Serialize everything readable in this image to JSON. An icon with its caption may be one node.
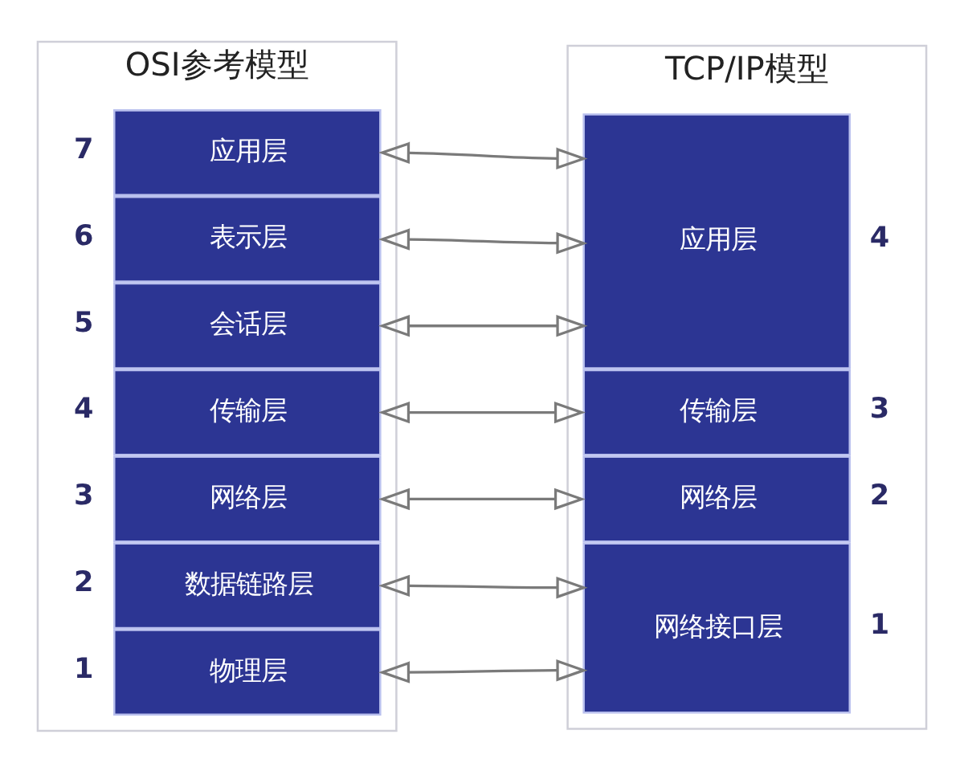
{
  "diagram": {
    "nodes": [
      {
        "text": [
          "OSI参考模型"
        ]
      },
      {
        "text": [
          "应用层"
        ],
        "in": 0,
        "beside": [
          "7"
        ]
      },
      {
        "text": [
          "表示层"
        ],
        "in": 0,
        "beside": [
          "6"
        ]
      },
      {
        "text": [
          "会话层"
        ],
        "in": 0,
        "beside": [
          "5"
        ]
      },
      {
        "text": [
          "传输层"
        ],
        "in": 0,
        "beside": [
          "4"
        ]
      },
      {
        "text": [
          "网络层"
        ],
        "in": 0,
        "beside": [
          "3"
        ]
      },
      {
        "text": [
          "数据链路层"
        ],
        "in": 0,
        "beside": [
          "2"
        ]
      },
      {
        "text": [
          "物理层"
        ],
        "in": 0,
        "beside": [
          "1"
        ]
      },
      {
        "text": [
          "TCP/IP模型"
        ]
      },
      {
        "text": [
          "应用层"
        ],
        "in": 8,
        "beside": [
          "4"
        ]
      },
      {
        "text": [
          "传输层"
        ],
        "in": 8,
        "beside": [
          "3"
        ]
      },
      {
        "text": [
          "网络层"
        ],
        "in": 8,
        "beside": [
          "2"
        ]
      },
      {
        "text": [
          "网络接口层"
        ],
        "in": 8,
        "beside": [
          "1"
        ]
      }
    ],
    "edges": [
      {
        "from": 1,
        "to": 9,
        "arrow": "both"
      },
      {
        "from": 2,
        "to": 9,
        "arrow": "both"
      },
      {
        "from": 3,
        "to": 9,
        "arrow": "both"
      },
      {
        "from": 4,
        "to": 10,
        "arrow": "both"
      },
      {
        "from": 5,
        "to": 11,
        "arrow": "both"
      },
      {
        "from": 6,
        "to": 12,
        "arrow": "both"
      },
      {
        "from": 7,
        "to": 12,
        "arrow": "both"
      }
    ]
  }
}
